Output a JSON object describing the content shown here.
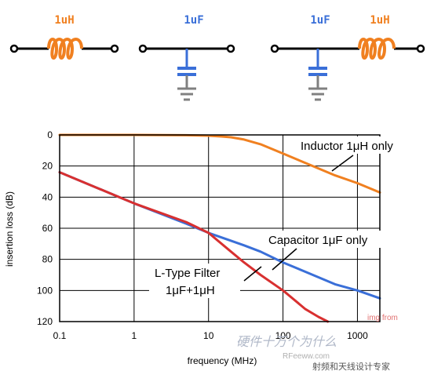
{
  "circuits": [
    {
      "label": "1uH",
      "label_color": "#f08020"
    },
    {
      "label": "1uF",
      "label_color": "#3a6fd8"
    },
    {
      "label_cap": "1uF",
      "label_ind": "1uH"
    }
  ],
  "chart_data": {
    "type": "line",
    "xscale": "log",
    "xlim": [
      0.1,
      2000
    ],
    "ylim": [
      0,
      120
    ],
    "yinverted": true,
    "xlabel": "frequency (MHz)",
    "ylabel": "insertion loss (dB)",
    "xticks": [
      0.1,
      1,
      10,
      100,
      1000
    ],
    "xtick_labels": [
      "0.1",
      "1",
      "10",
      "100",
      "1000"
    ],
    "yticks": [
      0,
      20,
      40,
      60,
      80,
      100,
      120
    ],
    "ytick_labels": [
      "0",
      "20",
      "40",
      "60",
      "80",
      "100",
      "120"
    ],
    "grid": true,
    "series": [
      {
        "name": "Inductor 1μH only",
        "color": "#f08020",
        "x": [
          0.1,
          1,
          5,
          10,
          15,
          20,
          30,
          50,
          100,
          200,
          500,
          1000,
          2000
        ],
        "y": [
          0,
          0,
          0.2,
          0.5,
          1,
          1.5,
          3,
          6,
          12,
          18,
          26,
          31,
          37
        ]
      },
      {
        "name": "Capacitor 1μF only",
        "color": "#3a6fd8",
        "x": [
          0.1,
          1,
          5,
          10,
          20,
          30,
          50,
          100,
          200,
          500,
          1000,
          2000
        ],
        "y": [
          24,
          44,
          57,
          63,
          68,
          71,
          75,
          82,
          88,
          96,
          100,
          105
        ]
      },
      {
        "name": "L-Type Filter 1μF+1μH",
        "color": "#d83030",
        "x": [
          0.1,
          1,
          5,
          10,
          20,
          30,
          50,
          100,
          150,
          200,
          300,
          400
        ],
        "y": [
          24,
          44,
          56,
          63,
          75,
          82,
          90,
          100,
          107,
          112,
          117,
          120
        ]
      }
    ],
    "annotations": [
      {
        "text": "Inductor 1μH only"
      },
      {
        "text": "Capacitor 1μF only"
      },
      {
        "text": "L-Type Filter"
      },
      {
        "text": "1μF+1μH"
      }
    ]
  },
  "watermark": {
    "small": "img from",
    "brand": "硬件十万个为什么",
    "url": "RFeeww.com",
    "sub": "射频和天线设计专家"
  }
}
